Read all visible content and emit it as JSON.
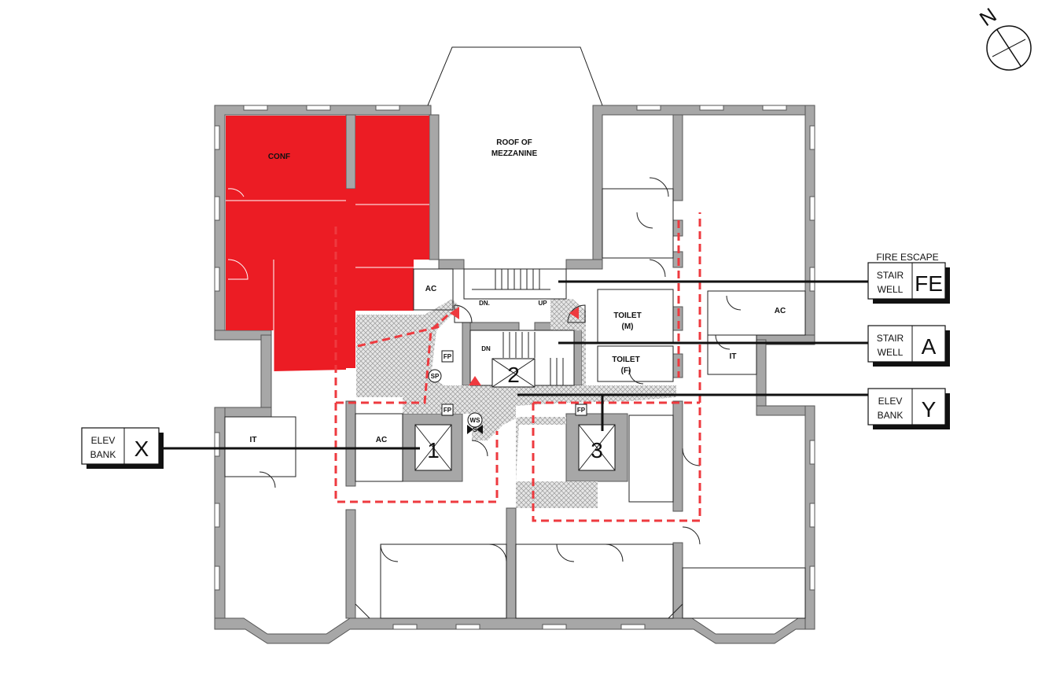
{
  "rooms": {
    "conf": "CONF",
    "roof": [
      "ROOF OF",
      "MEZZANINE"
    ],
    "ac_1": "AC",
    "ac_2": "AC",
    "ac_3": "AC",
    "it_1": "IT",
    "it_2": "IT",
    "toilet_m": [
      "TOILET",
      "(M)"
    ],
    "toilet_f": [
      "TOILET",
      "(F)"
    ]
  },
  "stairs": {
    "dn_1": "DN.",
    "up_1": "UP",
    "dn_2": "DN"
  },
  "symbols": {
    "fp_1": "FP",
    "fp_2": "FP",
    "fp_3": "FP",
    "sp": "SP",
    "ws": "WS",
    "s": "S"
  },
  "elevators": {
    "car_1": "1",
    "car_2": "2",
    "car_3": "3"
  },
  "callouts": {
    "fire_escape_caption": "FIRE ESCAPE",
    "fe": {
      "line1": "STAIR",
      "line2": "WELL",
      "code": "FE"
    },
    "a": {
      "line1": "STAIR",
      "line2": "WELL",
      "code": "A"
    },
    "y": {
      "line1": "ELEV",
      "line2": "BANK",
      "code": "Y"
    },
    "x": {
      "line1": "ELEV",
      "line2": "BANK",
      "code": "X"
    }
  },
  "compass": {
    "north": "N"
  },
  "colors": {
    "highlight_red": "#ec1c24",
    "egress_dashed": "#ee3a3f",
    "wall_gray": "#a7a7a7"
  }
}
